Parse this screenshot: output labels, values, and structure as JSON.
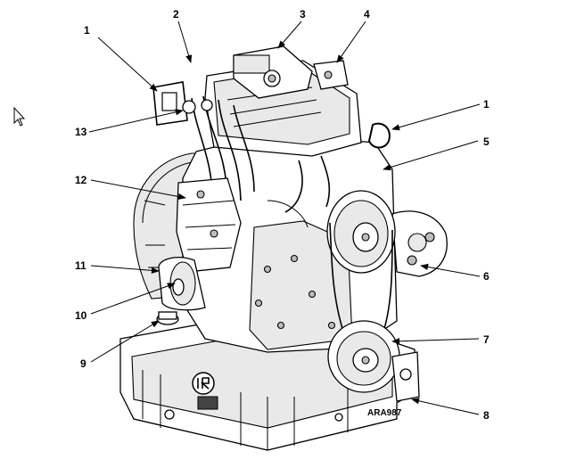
{
  "figure": {
    "drawing_code": "ARA987",
    "pointer": "cursor-arrow-icon",
    "callouts": [
      {
        "id": "c1a",
        "label": "1"
      },
      {
        "id": "c2",
        "label": "2"
      },
      {
        "id": "c3",
        "label": "3"
      },
      {
        "id": "c4",
        "label": "4"
      },
      {
        "id": "c1b",
        "label": "1"
      },
      {
        "id": "c5",
        "label": "5"
      },
      {
        "id": "c6",
        "label": "6"
      },
      {
        "id": "c7",
        "label": "7"
      },
      {
        "id": "c8",
        "label": "8"
      },
      {
        "id": "c9",
        "label": "9"
      },
      {
        "id": "c10",
        "label": "10"
      },
      {
        "id": "c11",
        "label": "11"
      },
      {
        "id": "c12",
        "label": "12"
      },
      {
        "id": "c13",
        "label": "13"
      }
    ]
  }
}
